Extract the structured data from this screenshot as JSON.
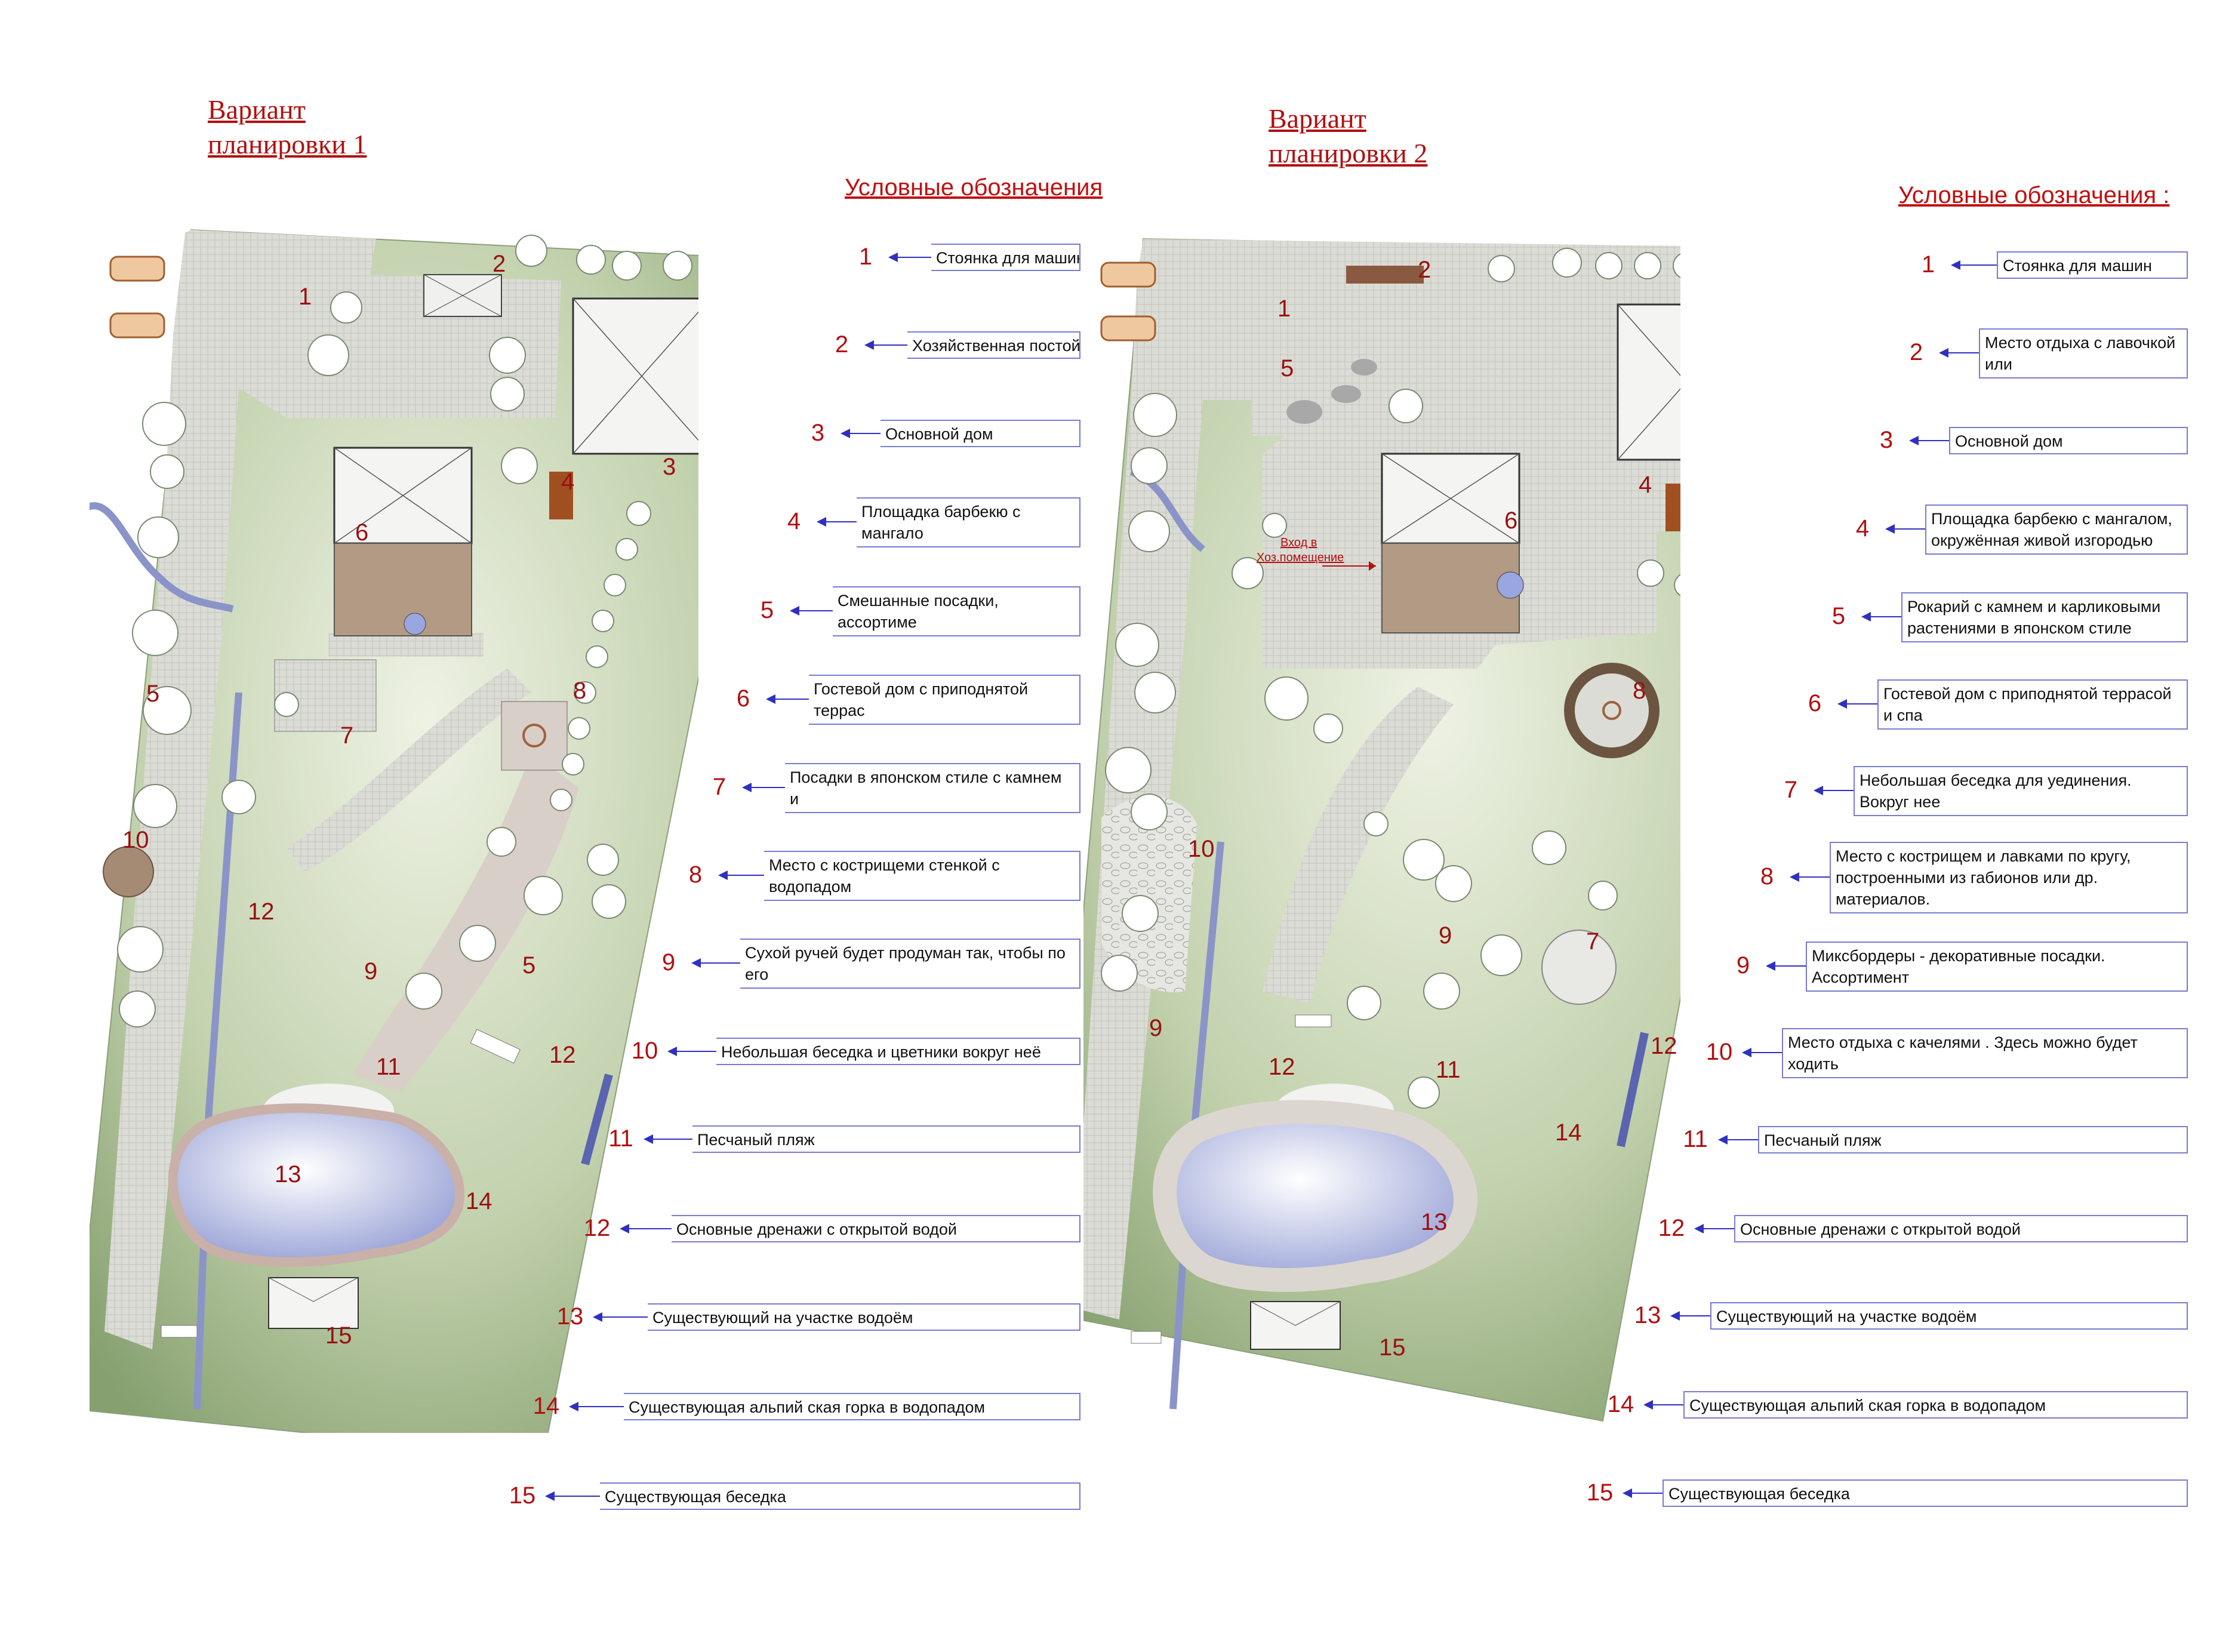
{
  "panels": [
    {
      "title_line1": "Вариант",
      "title_line2": "планировки 1",
      "legend_title": "Условные обозначения",
      "plan_labels": [
        "1",
        "2",
        "3",
        "4",
        "5",
        "6",
        "7",
        "8",
        "9",
        "10",
        "11",
        "12",
        "13",
        "14",
        "15",
        "5",
        "12"
      ],
      "legend": [
        {
          "num": "1",
          "text": "Стоянка для машин"
        },
        {
          "num": "2",
          "text": "Хозяйственная постойк"
        },
        {
          "num": "3",
          "text": "Основной дом"
        },
        {
          "num": "4",
          "text": "Площадка барбекю с мангало\nокружённая живой изгородью"
        },
        {
          "num": "5",
          "text": "Смешанные посадки, ассортиме\nобсуждается позднее"
        },
        {
          "num": "6",
          "text": "Гостевой дом с приподнятой террас\nкомплексом, включающим бочку Фур"
        },
        {
          "num": "7",
          "text": "Посадки в японском стиле с камнем  и\nдля прохода босиком."
        },
        {
          "num": "8",
          "text": "Место с кострищеми стенкой с водопадом\n(подробнее см. на листе с аналогами)"
        },
        {
          "num": "9",
          "text": "Сухой ручей будет продуман так, чтобы по его\nуходила избыточная вода в основное русло д"
        },
        {
          "num": "10",
          "text": "Небольшая беседка и цветники вокруг неё"
        },
        {
          "num": "11",
          "text": "Песчаный пляж"
        },
        {
          "num": "12",
          "text": "Основные дренажи с открытой водой"
        },
        {
          "num": "13",
          "text": "Существующий на участке водоём"
        },
        {
          "num": "14",
          "text": "Существующая альпий ская горка в водопадом"
        },
        {
          "num": "15",
          "text": "Существующая беседка"
        }
      ]
    },
    {
      "title_line1": "Вариант",
      "title_line2": "планировки 2",
      "legend_title": "Условные обозначения :",
      "plan_note_line1": "Вход в",
      "plan_note_line2": "Хоз.помещение",
      "plan_labels": [
        "1",
        "2",
        "3",
        "4",
        "5",
        "6",
        "7",
        "8",
        "9",
        "10",
        "11",
        "12",
        "13",
        "14",
        "15",
        "9",
        "12"
      ],
      "legend": [
        {
          "num": "1",
          "text": "Стоянка для машин"
        },
        {
          "num": "2",
          "text": "Место отдыха с лавочкой или\nкачелями"
        },
        {
          "num": "3",
          "text": "Основной дом"
        },
        {
          "num": "4",
          "text": "Площадка барбекю с мангалом,\nокружённая живой изгородью"
        },
        {
          "num": "5",
          "text": "Рокарий с камнем и карликовыми\nрастениями в японском стиле"
        },
        {
          "num": "6",
          "text": "Гостевой дом с приподнятой террасой и спа\nкомплексом, включающим бочку Фурако"
        },
        {
          "num": "7",
          "text": "Небольшая беседка для уединения. Вокруг нее\nцветники."
        },
        {
          "num": "8",
          "text": "Место с кострищем и лавками по кругу,\nпостроенными из габионов или др. материалов.\n(подробнее см. на листе с аналогами)"
        },
        {
          "num": "9",
          "text": "Миксбордеры - декоративные посадки. Ассортимент\nбудем обсуждать позднее."
        },
        {
          "num": "10",
          "text": "Место отдыха с качелями . Здесь можно будет ходить\nбосиком по разным покрытиям. Придумаем позднее."
        },
        {
          "num": "11",
          "text": "Песчаный пляж"
        },
        {
          "num": "12",
          "text": "Основные дренажи с открытой водой"
        },
        {
          "num": "13",
          "text": "Существующий на участке водоём"
        },
        {
          "num": "14",
          "text": "Существующая альпий ская горка в водопадом"
        },
        {
          "num": "15",
          "text": "Существующая беседка"
        }
      ]
    }
  ],
  "colors": {
    "title": "#b01010",
    "arrow": "#3030c0",
    "lawn": "#c9d6b5",
    "lawn_dark": "#7f9a6a",
    "paving": "#d9d9d4",
    "water": "#9ea8d8",
    "deck": "#a58b74"
  }
}
